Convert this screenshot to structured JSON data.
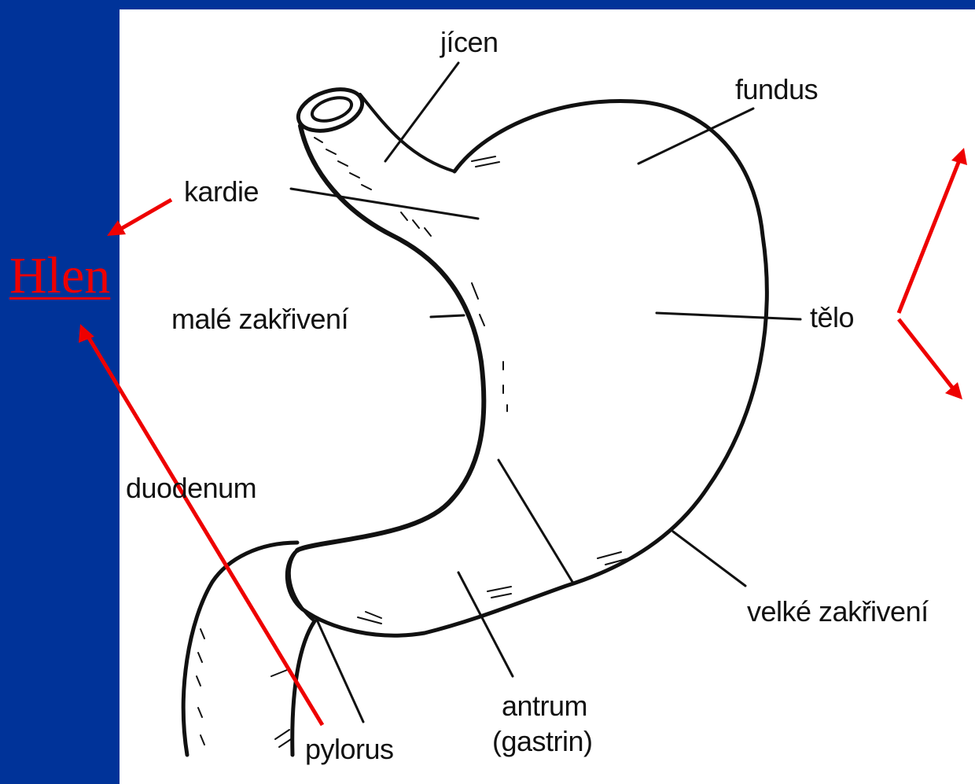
{
  "slide": {
    "background_color": "#003399",
    "panel_color": "#ffffff",
    "accent_color": "#ee0000"
  },
  "link": {
    "text": "Hlen"
  },
  "labels": {
    "jicen": "jícen",
    "fundus": "fundus",
    "kardie": "kardie",
    "male_zakriveni": "malé zakřivení",
    "telo": "tělo",
    "duodenum": "duodenum",
    "velke_zakriveni": "velké zakřivení",
    "antrum": "antrum",
    "gastrin": "(gastrin)",
    "pylorus": "pylorus"
  }
}
